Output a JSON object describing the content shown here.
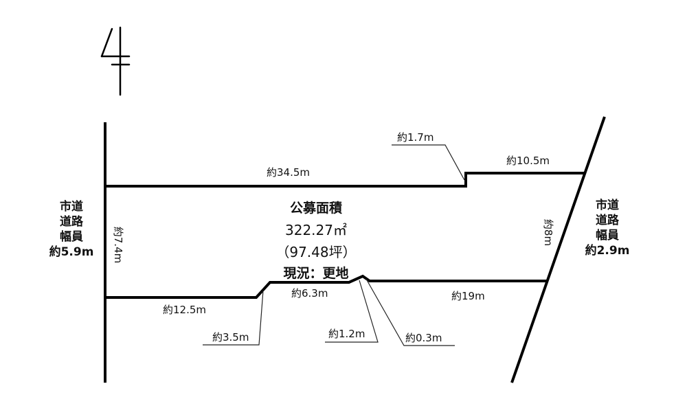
{
  "north_mark": {
    "icon": "north-arrow-icon",
    "glyph": "4"
  },
  "area_label": {
    "title": "公募面積",
    "area": "322.27㎡",
    "tsubo": "（97.48坪）",
    "status": "現況：更地"
  },
  "left_road": {
    "line1": "市道",
    "line2": "道路",
    "line3": "幅員",
    "width": "約5.9m"
  },
  "right_road": {
    "line1": "市道",
    "line2": "道路",
    "line3": "幅員",
    "width": "約2.9m"
  },
  "dimensions": {
    "top_long": "約34.5m",
    "top_step": "約1.7m",
    "top_right": "約10.5m",
    "left_side": "約7.4m",
    "right_side": "約8m",
    "bottom_left": "約12.5m",
    "bottom_step_left": "約3.5m",
    "bottom_mid": "約6.3m",
    "bottom_notch_a": "約1.2m",
    "bottom_notch_b": "約0.3m",
    "bottom_right": "約19m"
  },
  "colors": {
    "line": "#000000",
    "leader": "#222222",
    "background": "#ffffff"
  }
}
